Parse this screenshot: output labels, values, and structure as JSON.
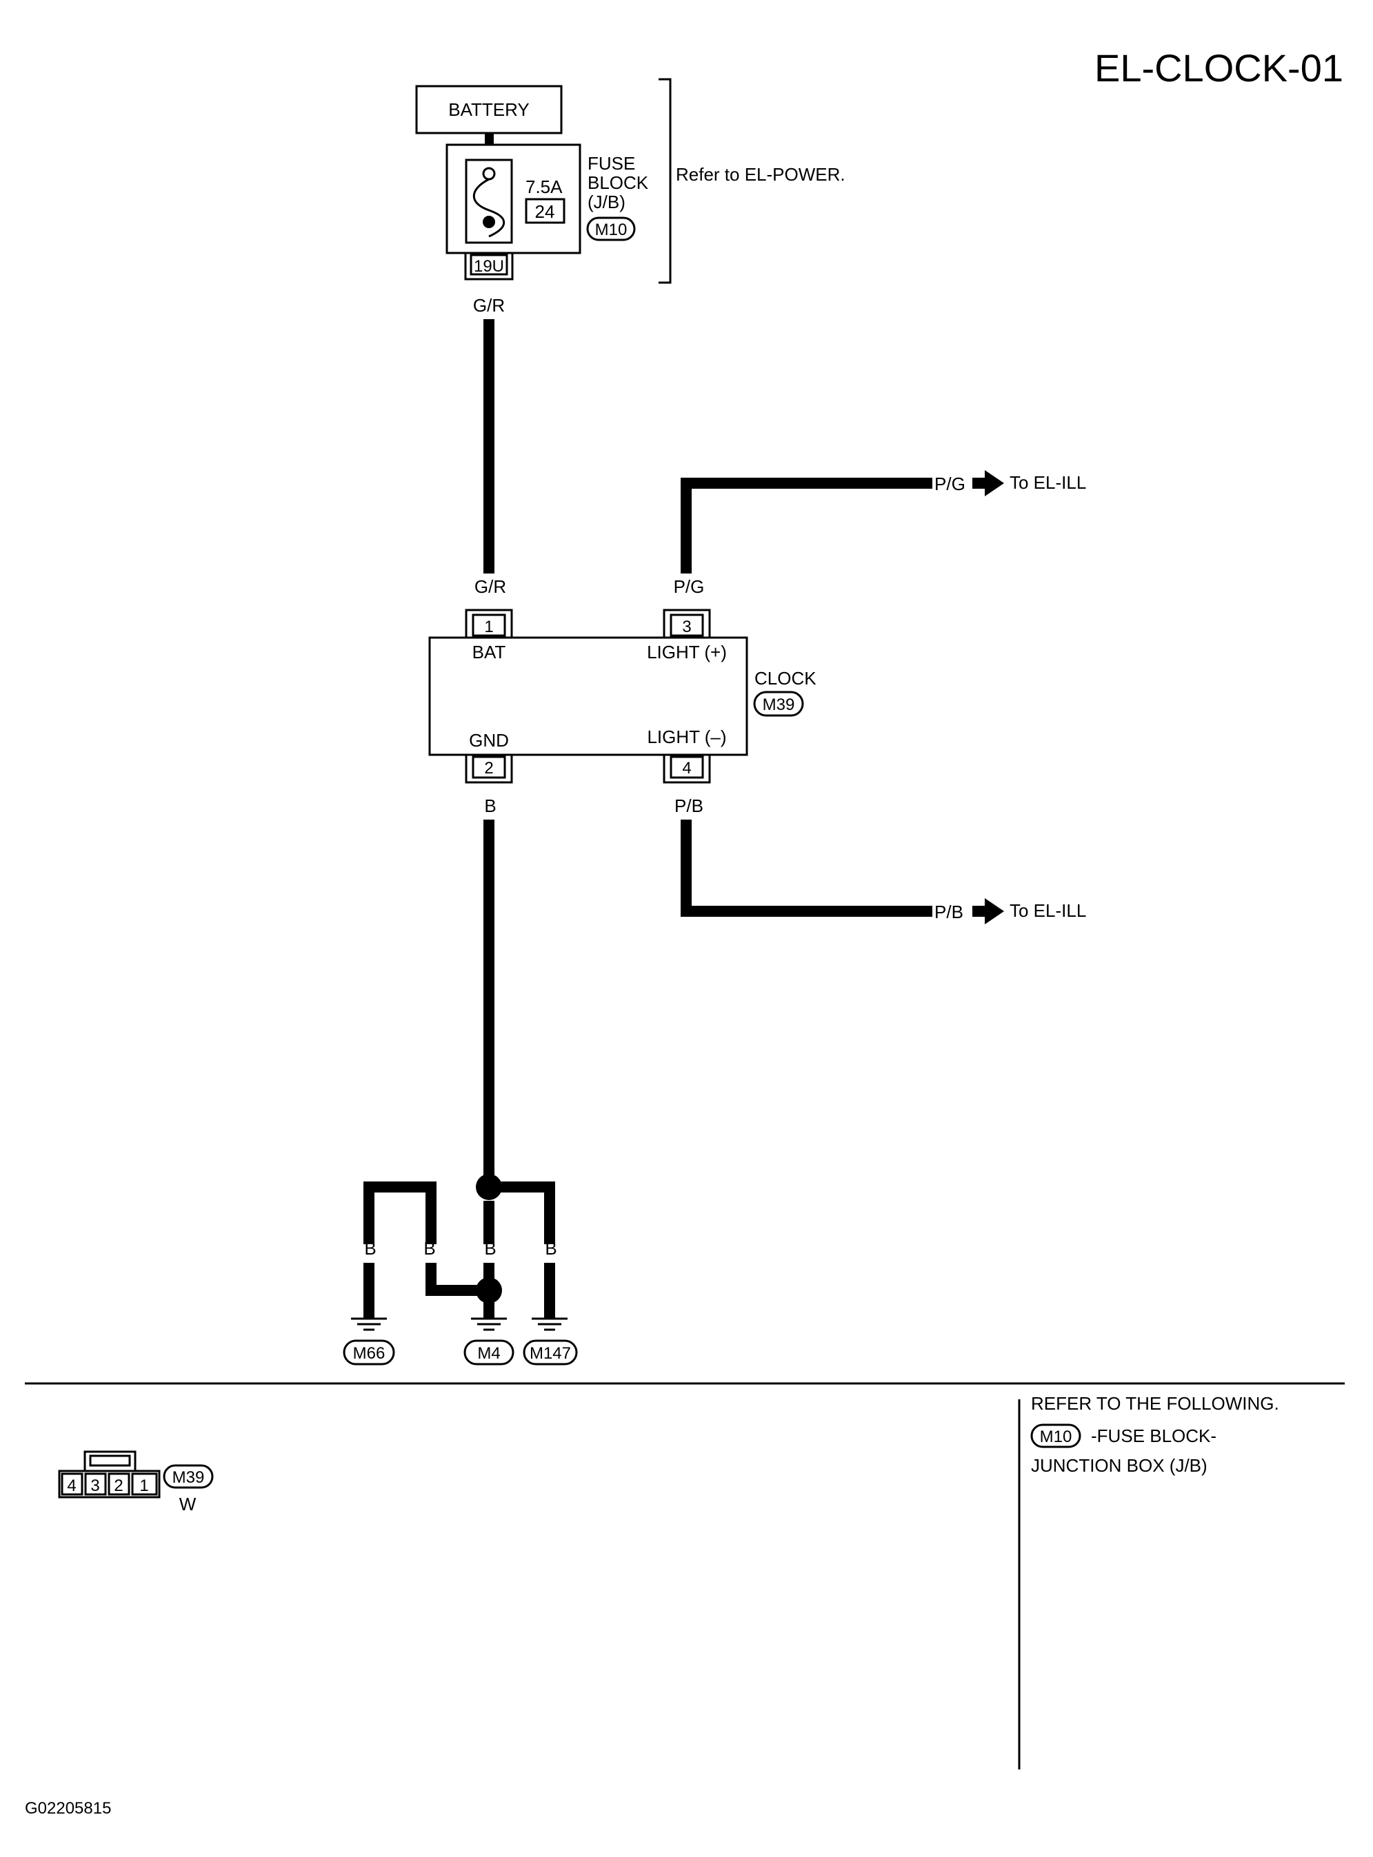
{
  "title": "EL-CLOCK-01",
  "battery": {
    "label": "BATTERY"
  },
  "fuse_block": {
    "rating": "7.5A",
    "number": "24",
    "label_line1": "FUSE",
    "label_line2": "BLOCK",
    "label_line3": "(J/B)",
    "connector": "M10",
    "terminal": "19U",
    "refer_note": "Refer to EL-POWER."
  },
  "wires": {
    "battery_feed": "G/R",
    "bat_input": "G/R",
    "light_plus": "P/G",
    "light_plus_out": "P/G",
    "light_minus": "P/B",
    "light_minus_out": "P/B",
    "ground_main": "B",
    "ground_branch_1": "B",
    "ground_branch_2": "B",
    "ground_branch_3": "B",
    "ground_branch_4": "B"
  },
  "destinations": {
    "light_plus_to": "To EL-ILL",
    "light_minus_to": "To EL-ILL"
  },
  "clock": {
    "name": "CLOCK",
    "connector": "M39",
    "pins": [
      {
        "num": "1",
        "name": "BAT"
      },
      {
        "num": "3",
        "name": "LIGHT (+)"
      },
      {
        "num": "2",
        "name": "GND"
      },
      {
        "num": "4",
        "name": "LIGHT (–)"
      }
    ]
  },
  "grounds": [
    "M66",
    "M4",
    "M147"
  ],
  "connector_view": {
    "id": "M39",
    "color": "W",
    "pins": [
      "4",
      "3",
      "2",
      "1"
    ]
  },
  "refer_box": {
    "line1": "REFER TO THE FOLLOWING.",
    "connector": "M10",
    "line2": "-FUSE BLOCK-",
    "line3": "JUNCTION BOX (J/B)"
  },
  "figure_code": "G02205815"
}
